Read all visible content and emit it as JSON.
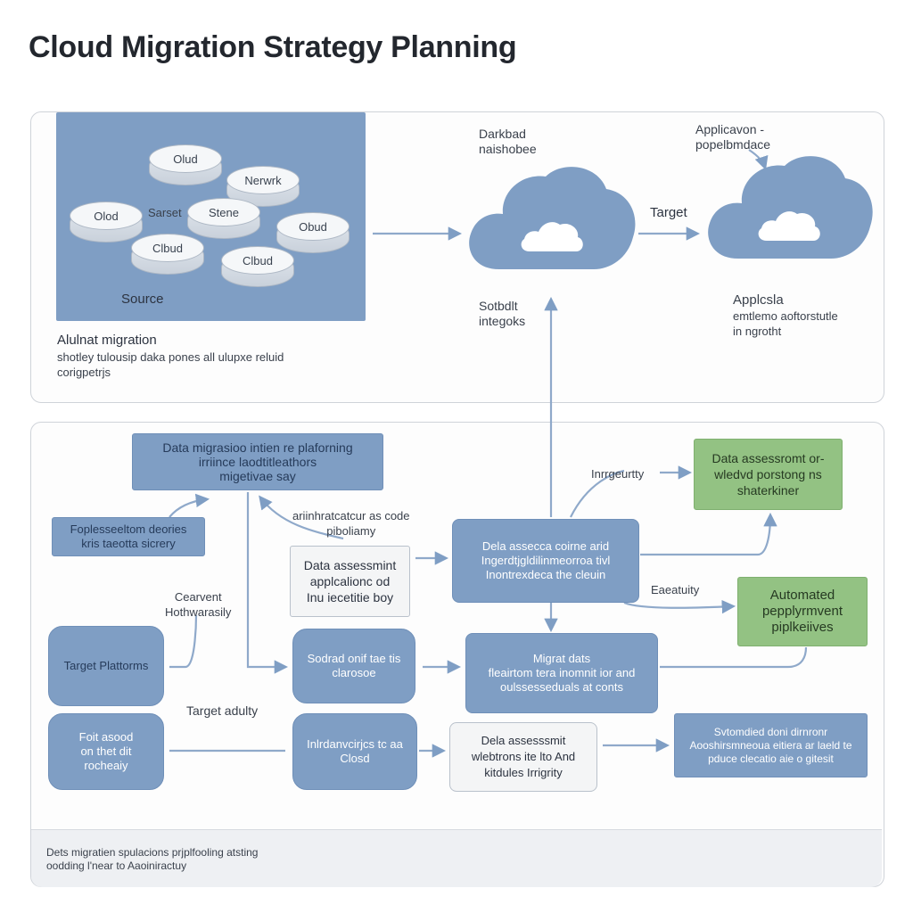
{
  "title": "Cloud Migration Strategy Planning",
  "colors": {
    "node_blue": "#7f9ec4",
    "node_green": "#93c283",
    "arrow": "#7f9ec4",
    "panel_border": "#cfd3d9"
  },
  "top": {
    "discs": [
      "Olud",
      "Nerwrk",
      "Olod",
      "Sarset",
      "Stene",
      "Obud",
      "Clbud",
      "Clbud"
    ],
    "source_label": "Source",
    "caption_title": "Alulnat migration",
    "caption_text": "shotley tulousip daka pones all ulupxe reluid\ncorigpetrjs",
    "cloud1_top_label": "Darkbad\nnaishobee",
    "cloud1_bottom_label": "Sotbdlt\nintegoks",
    "target_label": "Target",
    "cloud2_top_label": "Applicavon -\npopelbmdace",
    "cloud2_bottom_label": "Applcsla",
    "cloud2_bottom_text": "emtlemo aoftorstutle\nin ngrotht"
  },
  "bottom": {
    "main_header": "Data migrasioo intien re plaforning\nirriince laodtitleathors\nmigetivae say",
    "arrow_label_1": "ariinhratcatcur as code\npiboliamy",
    "node_popless": "Foplesseeltom deories\nkris taeotta sicrery",
    "node_data_assessment_1": "Data assessmint\napplcalionc od\nInu iecetitie boy",
    "node_center": "Dela assecca coirne arid\nIngerdtjgldilinmeorroa tivl\nInontrexdeca the cleuin",
    "label_integrity": "Inrrgeurtty",
    "node_green_1": "Data assessromt or-\nwledvd porstong ns\nshaterkiner",
    "label_eaeatuity": "Eaeatuity",
    "node_green_2": "Automated\npepplyrmvent\npiplkeiives",
    "label_current": "Cearvent\nHothwarasily",
    "node_target_platforms": "Target Plattorms",
    "node_sodrad": "Sodrad onif tae tis\nclarosoe",
    "node_migrate": "Migrat dats\nfleairtom tera inomnit ior and\noulssesseduals at conts",
    "label_target_adulty": "Target adulty",
    "node_foit": "Foit asood\non thet dit\nrocheaiy",
    "node_infra": "Inlrdanvcirjcs tc aa\nClosd",
    "node_data_assessment_2": "Dela assesssmit\nwlebtrons ite lto And\nkitdules Irrigrity",
    "node_automated": "Svtomdied doni dirnronr\nAooshirsmneoua eitiera ar laeld te\npduce clecatio aie o gitesit"
  },
  "footer": {
    "line1": "Dets migratien spulacions prjplfooling atsting",
    "line2": "oodding l'near to Aaoiniractuy"
  }
}
